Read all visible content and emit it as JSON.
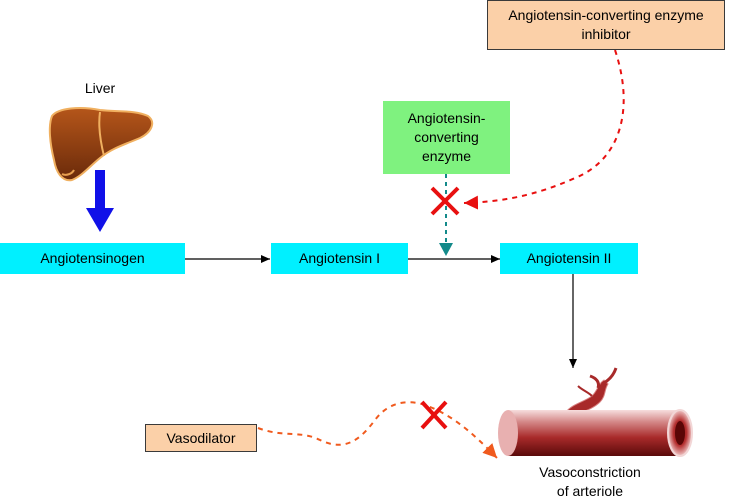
{
  "labels": {
    "liver": "Liver",
    "angiotensinogen": "Angiotensinogen",
    "angiotensin_1": "Angiotensin I",
    "angiotensin_2": "Angiotensin II",
    "ace": "Angiotensin-\nconverting\nenzyme",
    "ace_inhibitor": "Angiotensin-converting enzyme\ninhibitor",
    "vasodilator": "Vasodilator",
    "outcome": "Vasoconstriction\nof arteriole"
  },
  "colors": {
    "molecule_box": "#00f0ff",
    "enzyme_box": "#7ff27f",
    "drug_box": "#fbd0a8",
    "liver_arrow": "#1010e8",
    "inhibitor_arrow": "#e81010",
    "vasodilator_arrow": "#f05a1e",
    "enzyme_arrow": "#138a8a"
  },
  "icons": [
    "liver-icon",
    "block-x-icon",
    "arteriole-icon"
  ]
}
